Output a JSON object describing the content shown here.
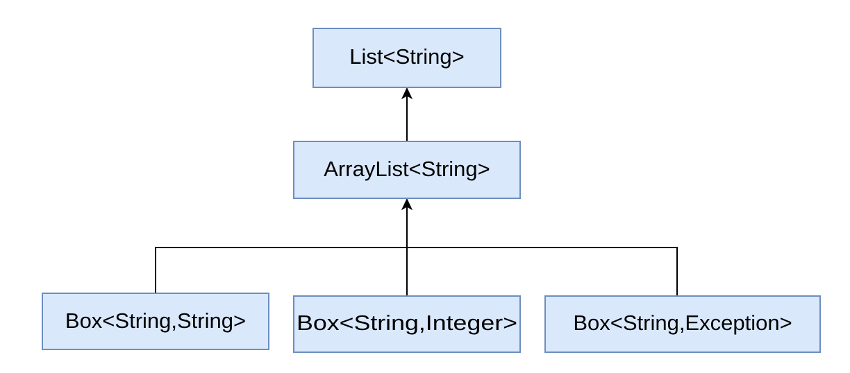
{
  "diagram": {
    "colors": {
      "node_fill": "#dae8fc",
      "node_stroke": "#6c8ebf",
      "edge": "#000000"
    },
    "nodes": {
      "list": {
        "label": "List<String>"
      },
      "arraylist": {
        "label": "ArrayList<String>"
      },
      "box_string_string": {
        "label": "Box<String,String>"
      },
      "box_string_integer": {
        "label": "Box<String,Integer>"
      },
      "box_string_exception": {
        "label": "Box<String,Exception>"
      }
    },
    "edges": [
      {
        "from": "arraylist",
        "to": "list"
      },
      {
        "from": "box_string_string",
        "to": "arraylist"
      },
      {
        "from": "box_string_integer",
        "to": "arraylist"
      },
      {
        "from": "box_string_exception",
        "to": "arraylist"
      }
    ]
  }
}
